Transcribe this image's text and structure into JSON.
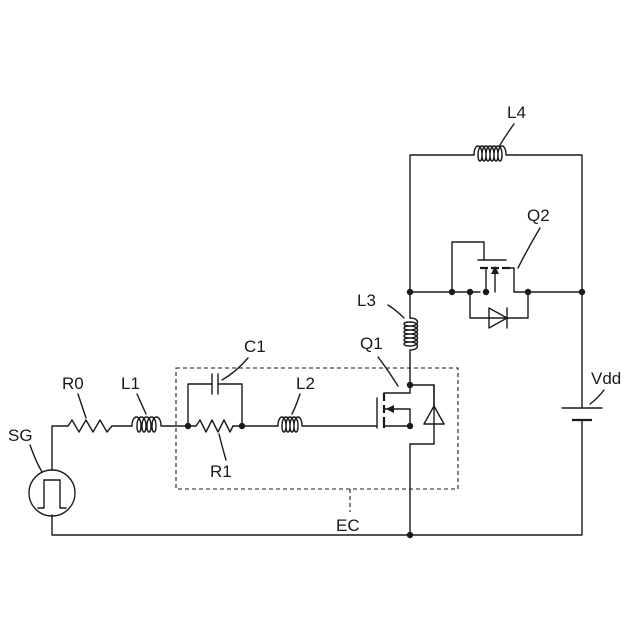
{
  "labels": {
    "sg": "SG",
    "r0": "R0",
    "l1": "L1",
    "c1": "C1",
    "r1": "R1",
    "l2": "L2",
    "q1": "Q1",
    "l3": "L3",
    "l4": "L4",
    "q2": "Q2",
    "vdd": "Vdd",
    "ec": "EC"
  },
  "components": [
    {
      "id": "sg",
      "kind": "pulse-signal-generator"
    },
    {
      "id": "r0",
      "kind": "resistor"
    },
    {
      "id": "l1",
      "kind": "inductor"
    },
    {
      "id": "c1",
      "kind": "capacitor"
    },
    {
      "id": "r1",
      "kind": "resistor"
    },
    {
      "id": "l2",
      "kind": "inductor"
    },
    {
      "id": "q1",
      "kind": "mosfet-with-body-diode"
    },
    {
      "id": "l3",
      "kind": "inductor"
    },
    {
      "id": "l4",
      "kind": "inductor"
    },
    {
      "id": "q2",
      "kind": "mosfet-with-body-diode"
    },
    {
      "id": "vdd",
      "kind": "dc-voltage-source"
    },
    {
      "id": "ec",
      "kind": "enclosure-boundary"
    }
  ],
  "colors": {
    "line": "#1a1a1a",
    "background": "#ffffff"
  }
}
